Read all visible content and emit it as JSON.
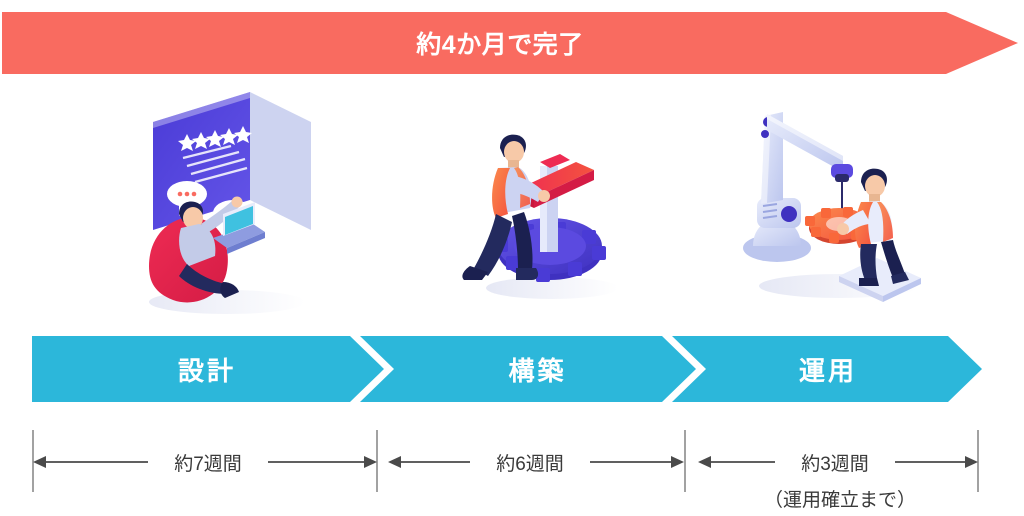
{
  "banner": {
    "label": "約4か月で完了",
    "color": "#f96b60",
    "text_color": "#ffffff",
    "icon": "right-arrow-banner"
  },
  "phases": [
    {
      "id": "design",
      "label": "設計",
      "color": "#2cb7da",
      "illustration": {
        "name": "person-on-beanbag-with-laptop-and-review-screen",
        "accents": [
          "#4a3bd6",
          "#ee2b53",
          "#5b4ae0",
          "#ffffff"
        ]
      }
    },
    {
      "id": "build",
      "label": "構築",
      "color": "#2cb7da",
      "illustration": {
        "name": "worker-turning-red-valve-on-gear",
        "accents": [
          "#f9683a",
          "#e8203f",
          "#4a3bd6",
          "#2b2a6b"
        ]
      }
    },
    {
      "id": "operate",
      "label": "運用",
      "color": "#2cb7da",
      "illustration": {
        "name": "robotic-crane-arm-lifting-gear-with-worker",
        "accents": [
          "#c7cef0",
          "#f9683a",
          "#2b2a6b",
          "#ffffff"
        ]
      }
    }
  ],
  "durations": [
    {
      "id": "design-duration",
      "label": "約7週間",
      "sublabel": ""
    },
    {
      "id": "build-duration",
      "label": "約6週間",
      "sublabel": ""
    },
    {
      "id": "operate-duration",
      "label": "約3週間",
      "sublabel": "（運用確立まで）"
    }
  ],
  "colors": {
    "accent_red": "#f96b60",
    "accent_blue": "#2cb7da",
    "rule_gray": "#8a8a8a",
    "text_dark": "#3a3a3a",
    "background": "#ffffff"
  }
}
